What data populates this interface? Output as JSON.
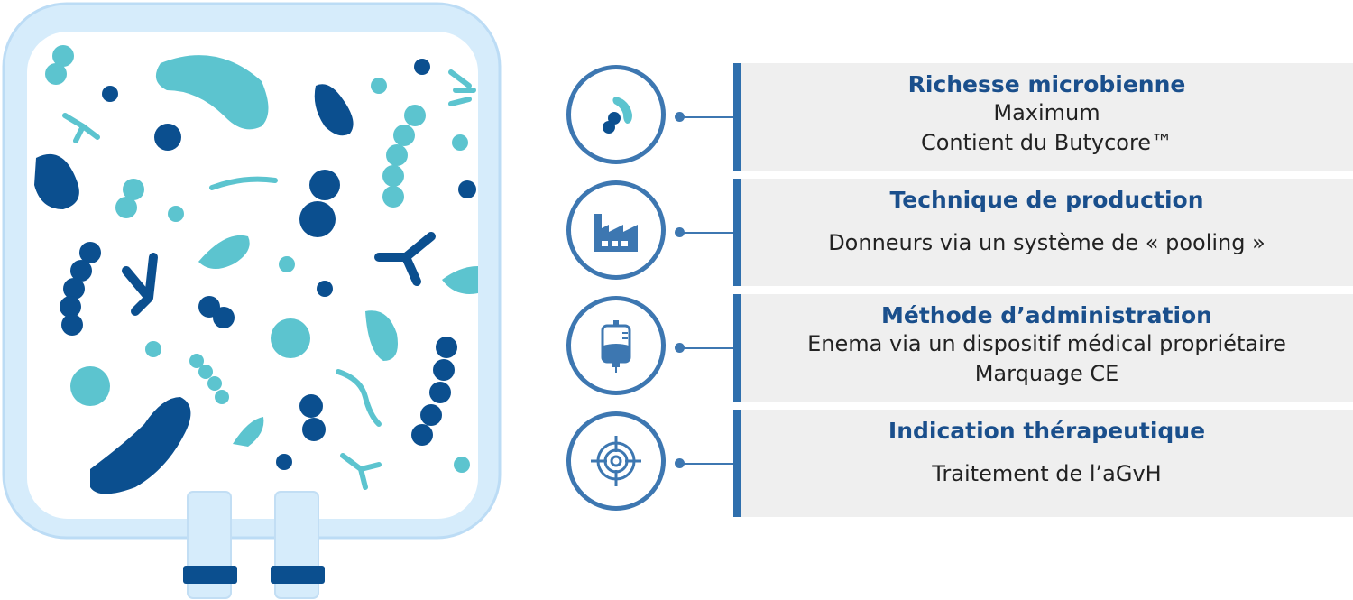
{
  "rows": [
    {
      "icon": "bacteria-icon",
      "title": "Richesse microbienne",
      "lines": [
        "Maximum",
        "Contient du Butycore™"
      ]
    },
    {
      "icon": "factory-icon",
      "title": "Technique de production",
      "lines": [
        "Donneurs via un système de « pooling »"
      ]
    },
    {
      "icon": "iv-bag-icon",
      "title": "Méthode d’administration",
      "lines": [
        "Enema via un dispositif médical propriétaire",
        "Marquage CE"
      ]
    },
    {
      "icon": "target-icon",
      "title": "Indication thérapeutique",
      "lines": [
        "Traitement de l’aGvH"
      ]
    }
  ],
  "colors": {
    "dark_blue": "#0b4f8f",
    "teal": "#5cc4cf",
    "panel_bg": "#efefef",
    "accent": "#2f6fad"
  }
}
